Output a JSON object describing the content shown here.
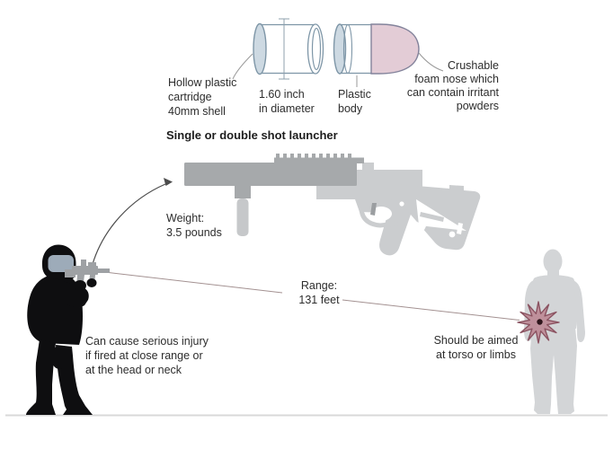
{
  "figure": {
    "launcher_title": "Single or double shot launcher",
    "cartridge_label": "Hollow plastic\ncartridge\n40mm shell",
    "diameter_label": "1.60 inch\nin diameter",
    "body_label": "Plastic\nbody",
    "foam_label": "Crushable\nfoam nose which\ncan contain irritant\npowders",
    "weight_label": "Weight:\n3.5 pounds",
    "range_label": "Range:\n131 feet",
    "warning_label": "Can cause serious injury\nif fired at close range or\nat the head or neck",
    "aim_label": "Should be aimed\nat torso or limbs"
  },
  "colors": {
    "foam_pink": "#e3ccd6",
    "shell_rim_blue": "#cdd9e2",
    "shell_outline": "#7e96a7",
    "measure_line": "#8fa0ad",
    "leader_line": "#999999",
    "launcher_dark": "#a6a9ab",
    "launcher_light": "#cbcdcf",
    "officer_black": "#0e0e10",
    "visor_gray": "#9dabb9",
    "officer_gun_gray": "#9ea1a4",
    "target_gray": "#d3d5d7",
    "impact_fill": "#bf909b",
    "impact_outline": "#8a5260",
    "impact_center": "#2e151b",
    "range_line": "#a39191",
    "arrow_gray": "#4c4c4c",
    "ground_line": "#d9d9d9",
    "text": "#2d2d2d"
  }
}
